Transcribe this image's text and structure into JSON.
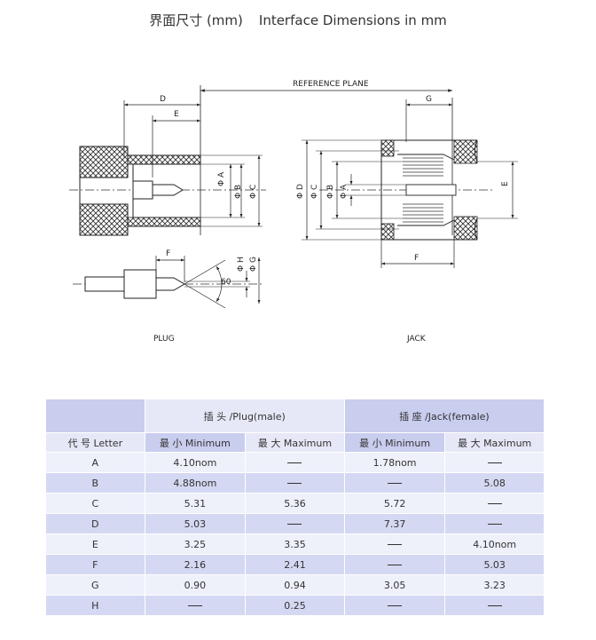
{
  "title": {
    "cn": "界面尺寸 (mm)",
    "en": "Interface Dimensions in mm"
  },
  "drawing": {
    "reference_plane": "REFERENCE PLANE",
    "plug_caption": "PLUG",
    "jack_caption": "JACK",
    "angle": "60",
    "plug_labels": {
      "D": "D",
      "E": "E",
      "F": "F",
      "A": "Φ A",
      "B": "Φ B",
      "C": "Φ C",
      "H": "Φ H",
      "G": "Φ G"
    },
    "jack_labels": {
      "G": "G",
      "D": "Φ D",
      "C": "Φ C",
      "B": "Φ B",
      "A": "Φ A",
      "E": "E",
      "F": "F"
    }
  },
  "table": {
    "group_plug": "插 头 /Plug(male)",
    "group_jack": "插 座 /Jack(female)",
    "col_letter": "代  号 Letter",
    "col_min": "最 小 Minimum",
    "col_max": "最 大 Maximum",
    "rows": [
      {
        "letter": "A",
        "plug_min": "4.10nom",
        "plug_max": "",
        "jack_min": "1.78nom",
        "jack_max": ""
      },
      {
        "letter": "B",
        "plug_min": "4.88nom",
        "plug_max": "",
        "jack_min": "",
        "jack_max": "5.08"
      },
      {
        "letter": "C",
        "plug_min": "5.31",
        "plug_max": "5.36",
        "jack_min": "5.72",
        "jack_max": ""
      },
      {
        "letter": "D",
        "plug_min": "5.03",
        "plug_max": "",
        "jack_min": "7.37",
        "jack_max": ""
      },
      {
        "letter": "E",
        "plug_min": "3.25",
        "plug_max": "3.35",
        "jack_min": "",
        "jack_max": "4.10nom"
      },
      {
        "letter": "F",
        "plug_min": "2.16",
        "plug_max": "2.41",
        "jack_min": "",
        "jack_max": "5.03"
      },
      {
        "letter": "G",
        "plug_min": "0.90",
        "plug_max": "0.94",
        "jack_min": "3.05",
        "jack_max": "3.23"
      },
      {
        "letter": "H",
        "plug_min": "",
        "plug_max": "0.25",
        "jack_min": "",
        "jack_max": ""
      }
    ]
  }
}
